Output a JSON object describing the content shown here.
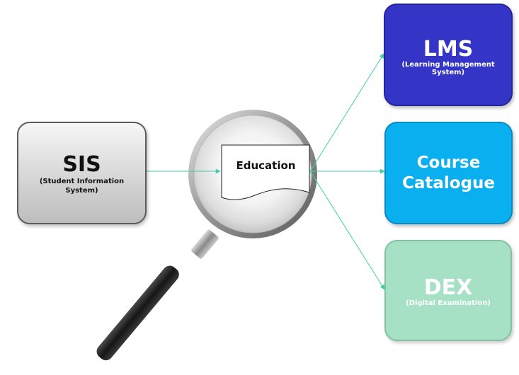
{
  "sis": {
    "title": "SIS",
    "subtitle_line1": "(Student Information",
    "subtitle_line2": "System)"
  },
  "center": {
    "label": "Education"
  },
  "lms": {
    "title": "LMS",
    "subtitle_line1": "(Learning Management",
    "subtitle_line2": "System)"
  },
  "course": {
    "line1": "Course",
    "line2": "Catalogue"
  },
  "dex": {
    "title": "DEX",
    "subtitle": "(Digital Examination)"
  },
  "colors": {
    "sis": "#d6d6d6",
    "lms": "#3434c6",
    "course_catalogue": "#0aaff0",
    "dex": "#a6e1c6",
    "arrow": "#3dcfa6"
  },
  "icons": [
    "magnifying-glass-icon",
    "document-icon"
  ]
}
